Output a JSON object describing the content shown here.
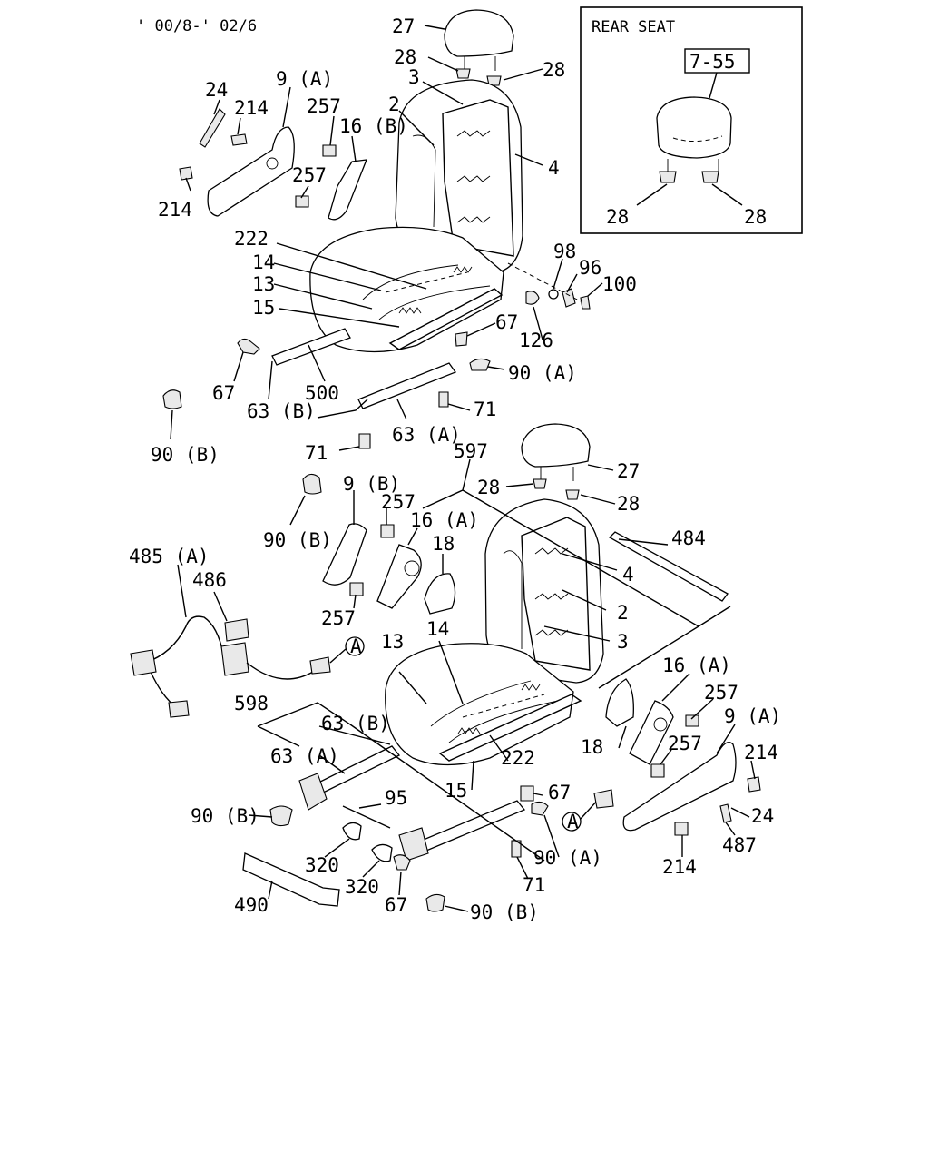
{
  "header": {
    "date_range": "' 00/8-' 02/6"
  },
  "inset": {
    "title": "REAR SEAT",
    "ref": "7-55",
    "labels": [
      "28",
      "28"
    ]
  },
  "callouts": {
    "upper": [
      "27",
      "28",
      "28",
      "3",
      "2",
      "4",
      "9 (A)",
      "24",
      "214",
      "214",
      "257",
      "16 (B)",
      "257",
      "222",
      "14",
      "13",
      "15",
      "98",
      "96",
      "100",
      "126",
      "67",
      "67",
      "90 (A)",
      "500",
      "63 (B)",
      "71",
      "63 (A)",
      "71",
      "90 (B)"
    ],
    "lower": [
      "597",
      "27",
      "28",
      "28",
      "9 (B)",
      "257",
      "16 (A)",
      "90 (B)",
      "18",
      "4",
      "484",
      "485 (A)",
      "486",
      "257",
      "2",
      "3",
      "14",
      "13",
      "16 (A)",
      "257",
      "9 (A)",
      "A",
      "598",
      "63 (B)",
      "63 (A)",
      "18",
      "257",
      "214",
      "222",
      "15",
      "67",
      "24",
      "90 (B)",
      "95",
      "A",
      "487",
      "320",
      "90 (A)",
      "214",
      "320",
      "71",
      "67",
      "490",
      "90 (B)"
    ]
  }
}
